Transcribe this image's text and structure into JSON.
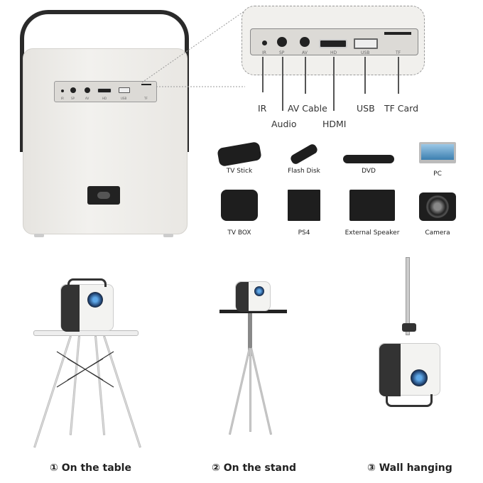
{
  "panel_ports": [
    "IR",
    "SP",
    "AV",
    "HD",
    "USB",
    "TF"
  ],
  "callout_ports": [
    "IR",
    "SP",
    "AV",
    "HD",
    "USB",
    "TF"
  ],
  "port_labels": {
    "ir": "IR",
    "audio": "Audio",
    "av": "AV Cable",
    "hdmi": "HDMI",
    "usb": "USB",
    "tf": "TF Card"
  },
  "devices": [
    {
      "label": "TV Stick",
      "icon": "tv-stick-icon"
    },
    {
      "label": "Flash Disk",
      "icon": "flash-disk-icon"
    },
    {
      "label": "DVD",
      "icon": "dvd-icon"
    },
    {
      "label": "PC",
      "icon": "laptop-icon"
    },
    {
      "label": "TV BOX",
      "icon": "tv-box-icon"
    },
    {
      "label": "PS4",
      "icon": "ps4-icon"
    },
    {
      "label": "External Speaker",
      "icon": "speaker-icon"
    },
    {
      "label": "Camera",
      "icon": "camera-icon"
    }
  ],
  "usage": [
    {
      "caption": "① On the table"
    },
    {
      "caption": "② On the stand"
    },
    {
      "caption": "③ Wall hanging"
    }
  ]
}
